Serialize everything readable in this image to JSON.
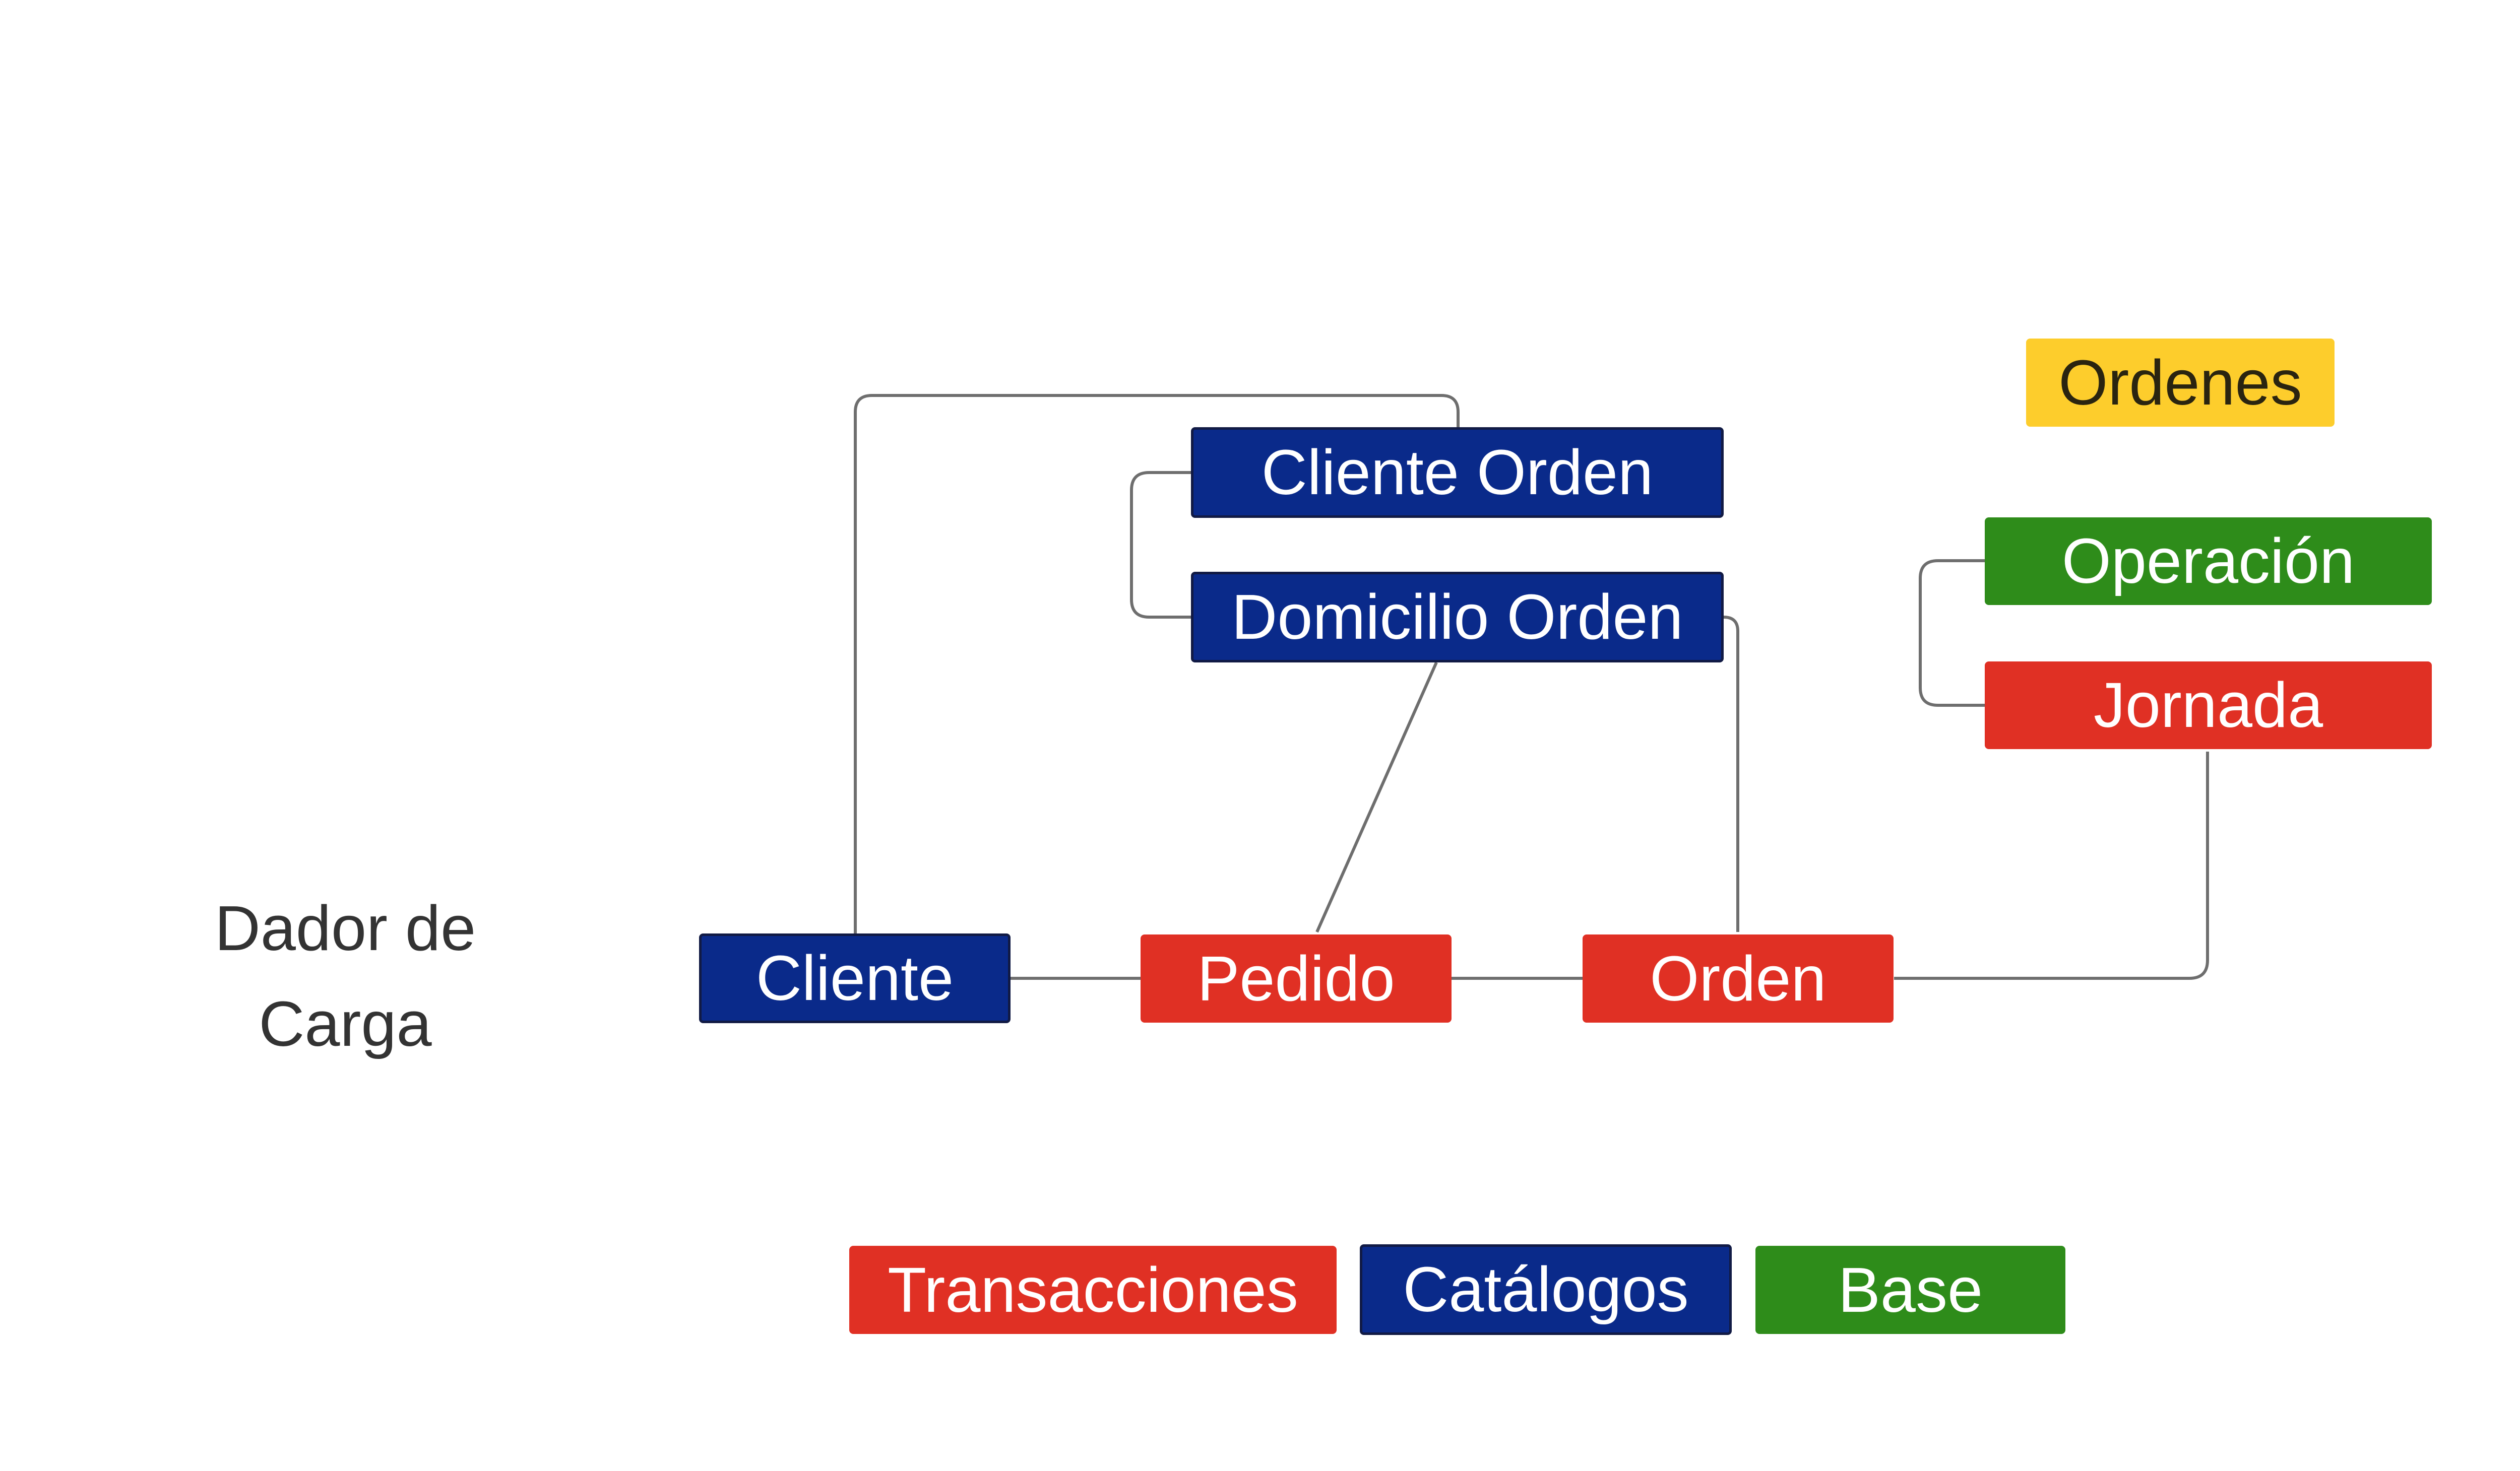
{
  "diagram": {
    "side_label": {
      "line1": "Dador de",
      "line2": "Carga"
    },
    "group_label": "Ordenes",
    "nodes": {
      "cliente_orden": "Cliente Orden",
      "domicilio_orden": "Domicilio Orden",
      "operacion": "Operación",
      "jornada": "Jornada",
      "cliente": "Cliente",
      "pedido": "Pedido",
      "orden": "Orden"
    },
    "legend": {
      "transacciones": "Transacciones",
      "catalogos": "Catálogos",
      "base": "Base"
    },
    "colors": {
      "transaccion": "#e03024",
      "catalogo": "#0a2a8a",
      "base": "#2e8c1a",
      "grupo": "#fdcd2c",
      "connector": "#6e6e6e"
    }
  }
}
